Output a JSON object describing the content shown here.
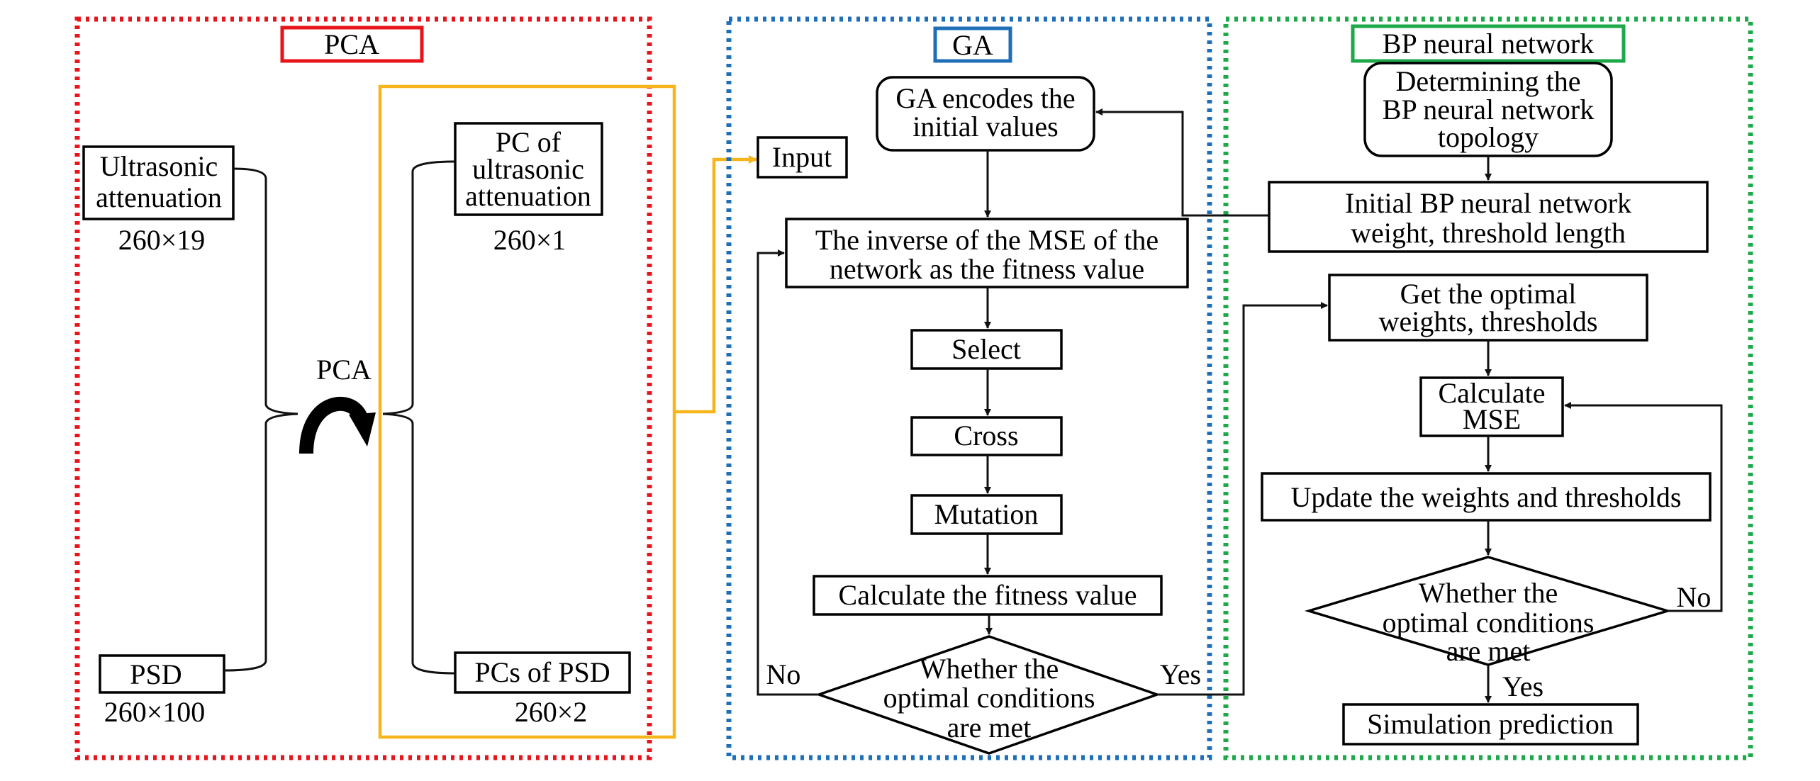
{
  "colors": {
    "pca": "#e8141c",
    "ga": "#1f6fb8",
    "bp": "#1ea84a",
    "highlight": "#f7b51c"
  },
  "pca_section": {
    "title": "PCA",
    "ultrasonic_line1": "Ultrasonic",
    "ultrasonic_line2": "attenuation",
    "ultrasonic_dim": "260×19",
    "psd": "PSD",
    "psd_dim": "260×100",
    "transform_label": "PCA",
    "pc_line1": "PC of",
    "pc_line2": "ultrasonic",
    "pc_line3": "attenuation",
    "pc_dim": "260×1",
    "pcs_psd": "PCs of PSD",
    "pcs_psd_dim": "260×2"
  },
  "ga_section": {
    "title": "GA",
    "input": "Input",
    "encode_line1": "GA encodes the",
    "encode_line2": "initial values",
    "fitness_line1": "The inverse of the MSE of the",
    "fitness_line2": "network as the fitness value",
    "select": "Select",
    "cross": "Cross",
    "mutation": "Mutation",
    "calc_fitness": "Calculate the fitness value",
    "decision_line1": "Whether the",
    "decision_line2": "optimal conditions",
    "decision_line3": "are met",
    "no": "No",
    "yes": "Yes"
  },
  "bp_section": {
    "title": "BP neural network",
    "topology_line1": "Determining the",
    "topology_line2": "BP neural network",
    "topology_line3": "topology",
    "init_line1": "Initial BP neural network",
    "init_line2": "weight, threshold length",
    "optimal_line1": "Get the optimal",
    "optimal_line2": "weights, thresholds",
    "mse_line1": "Calculate",
    "mse_line2": "MSE",
    "update": "Update the weights and thresholds",
    "decision_line1": "Whether the",
    "decision_line2": "optimal conditions",
    "decision_line3": "are met",
    "no": "No",
    "yes": "Yes",
    "simulation": "Simulation prediction"
  }
}
